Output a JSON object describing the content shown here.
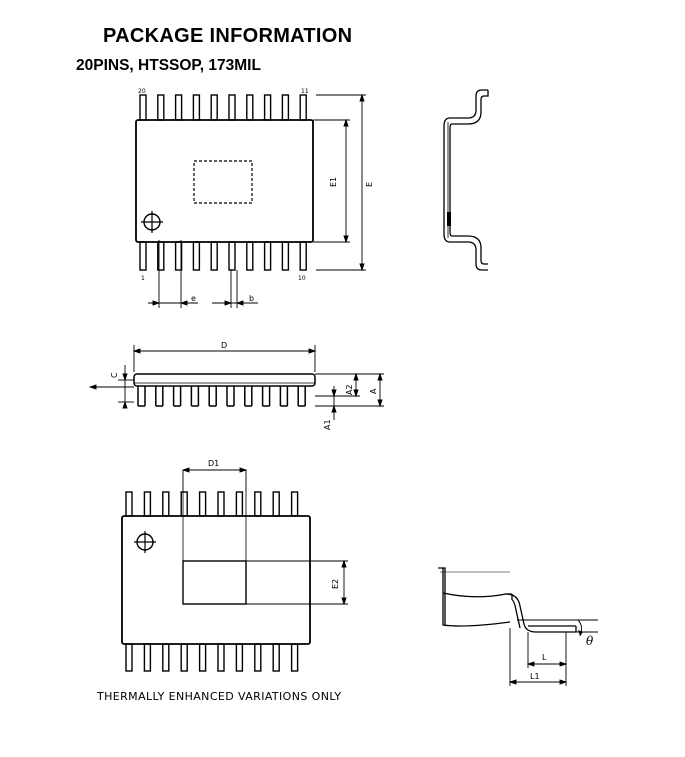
{
  "header": {
    "title": "PACKAGE INFORMATION",
    "subtitle": "20PINS, HTSSOP, 173MIL"
  },
  "top_view": {
    "pin_first_bottom": "1",
    "pin_last_bottom": "10",
    "pin_first_top": "20",
    "pin_last_top": "11",
    "dim_e1": "E1",
    "dim_e": "E",
    "dim_pitch": "e",
    "dim_b": "b"
  },
  "front_view": {
    "dim_d": "D",
    "dim_c": "C",
    "dim_a2": "A2",
    "dim_a": "A",
    "dim_a1": "A1"
  },
  "thermal_view": {
    "dim_d1": "D1",
    "dim_e2": "E2",
    "note": "THERMALLY ENHANCED VARIATIONS ONLY"
  },
  "lead_detail": {
    "dim_l": "L",
    "dim_l1": "L1",
    "dim_theta": "θ"
  }
}
